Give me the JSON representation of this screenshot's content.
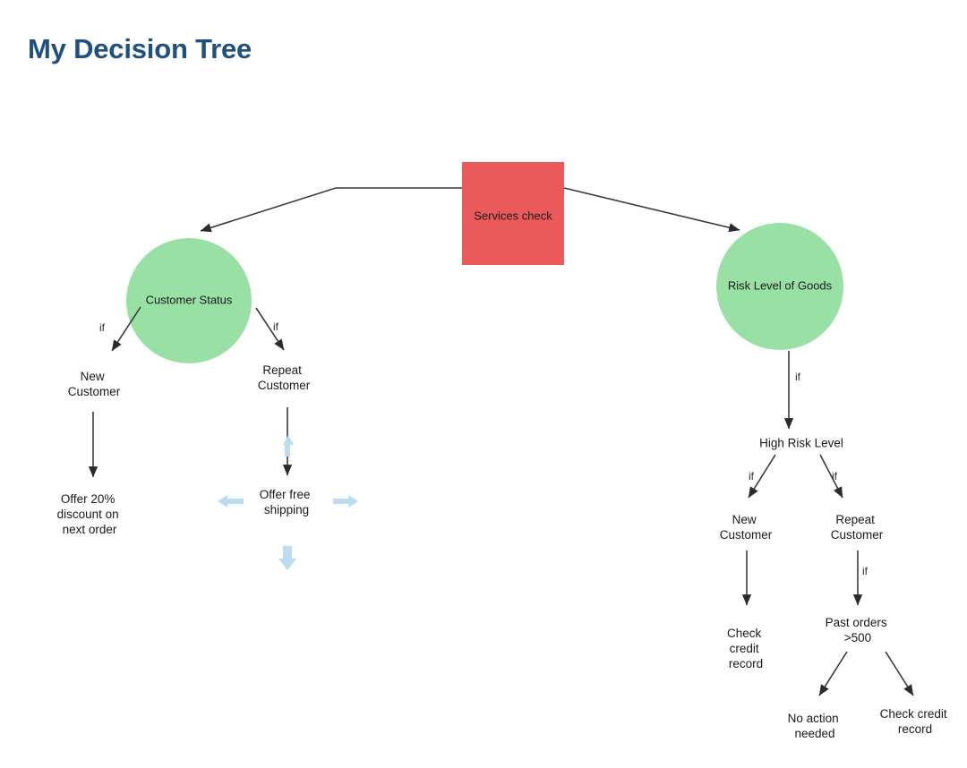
{
  "page": {
    "title": "My Decision Tree",
    "background": "#ffffff",
    "title_color": "#1f5080"
  },
  "palette": {
    "root_fill": "#ea5a5a",
    "decision_fill": "#99e0a5",
    "edge_stroke": "#3a3a3a",
    "text_color": "#1a1a1a",
    "hint_arrow_fill": "#bcdcf0"
  },
  "nodes": {
    "root": {
      "label": "Services check",
      "shape": "rect",
      "fill": "#ea5a5a"
    },
    "customer_status": {
      "label": "Customer Status",
      "shape": "circle",
      "fill": "#99e0a5"
    },
    "risk_level": {
      "label": "Risk Level of Goods",
      "shape": "circle",
      "fill": "#99e0a5"
    },
    "new_customer_left": {
      "line1": "New",
      "line2": "Customer"
    },
    "repeat_customer_left": {
      "line1": "Repeat",
      "line2": "Customer"
    },
    "offer_discount": {
      "line1": "Offer 20%",
      "line2": "discount on",
      "line3": "next order"
    },
    "offer_shipping": {
      "line1": "Offer free",
      "line2": "shipping"
    },
    "high_risk_level": {
      "label": "High Risk Level"
    },
    "new_customer_right": {
      "line1": "New",
      "line2": "Customer"
    },
    "repeat_customer_right": {
      "line1": "Repeat",
      "line2": "Customer"
    },
    "check_credit_left": {
      "line1": "Check",
      "line2": "credit",
      "line3": "record"
    },
    "past_orders": {
      "line1": "Past orders",
      "line2": ">500"
    },
    "no_action": {
      "line1": "No action",
      "line2": "needed"
    },
    "check_credit_right": {
      "line1": "Check credit",
      "line2": "record"
    }
  },
  "edge_labels": {
    "root_to_customer_status": "",
    "root_to_risk_level": "",
    "cs_to_new": "if",
    "cs_to_repeat": "if",
    "risk_to_high": "if",
    "high_to_new": "if",
    "high_to_repeat": "if",
    "repeat_to_past_orders": "if"
  },
  "hint_arrows": {
    "up": "arrow-up",
    "down": "arrow-down",
    "left": "arrow-left",
    "right": "arrow-right"
  }
}
